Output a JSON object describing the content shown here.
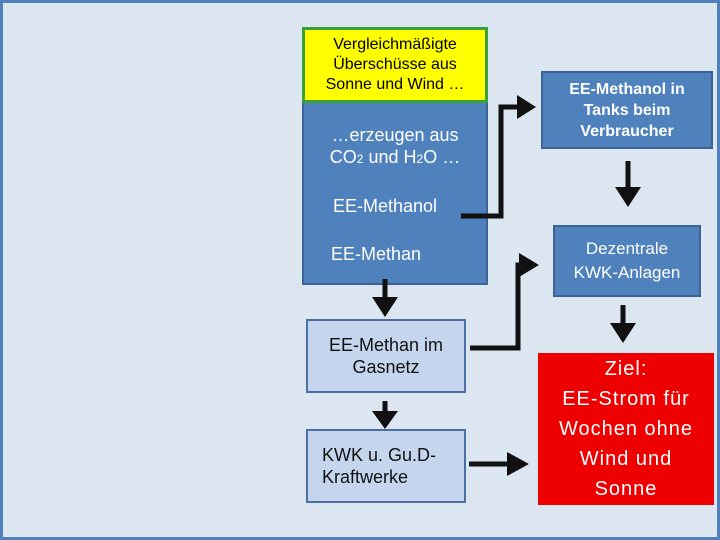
{
  "left_column": {
    "yellow_box": "Vergleichmäßigte Überschüsse aus Sonne und Wind …",
    "produce_line1": "…erzeugen aus",
    "produce_line2_a": "CO",
    "produce_line2_sub1": "2",
    "produce_line2_b": " und H",
    "produce_line2_sub2": "2",
    "produce_line2_c": "O …",
    "ee_methanol": "EE-Methanol",
    "ee_methan": "EE-Methan",
    "gasnetz_line1": "EE-Methan im",
    "gasnetz_line2": "Gasnetz",
    "kwk_line1": "KWK u. Gu.D-",
    "kwk_line2": "Kraftwerke"
  },
  "right_column": {
    "tanks_line1": "EE-Methanol in",
    "tanks_line2": "Tanks beim",
    "tanks_line3": "Verbraucher",
    "dezentral_line1": "Dezentrale",
    "dezentral_line2": "KWK-Anlagen",
    "goal_line1": "Ziel:",
    "goal_line2": "EE-Strom für",
    "goal_line3": "Wochen ohne",
    "goal_line4": "Wind und",
    "goal_line5": "Sonne"
  },
  "colors": {
    "background": "#dce6f1",
    "blue_box": "#4f81bd",
    "light_box": "#c5d5ee",
    "yellow": "#ffff00",
    "red": "#ee0000",
    "arrow": "#111111"
  }
}
